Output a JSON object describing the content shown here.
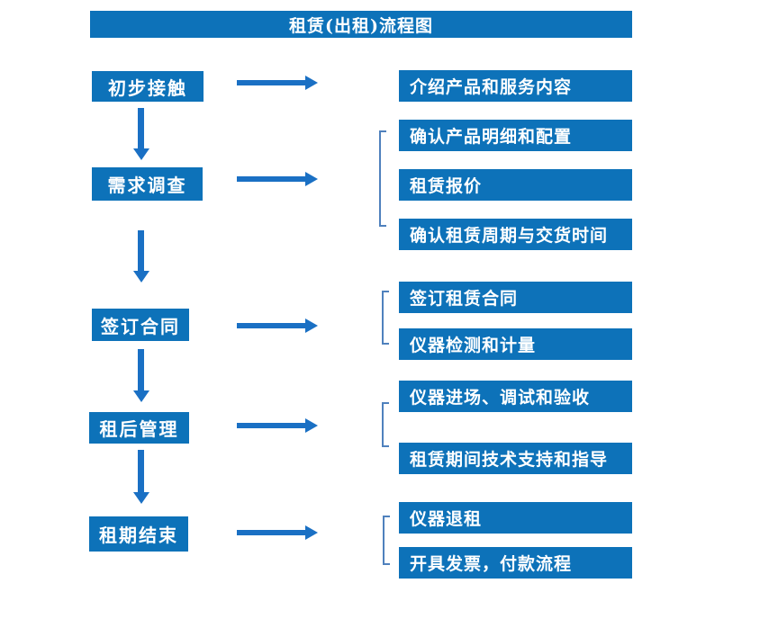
{
  "title": "租赁(出租)流程图",
  "colors": {
    "box_blue": "#0d72b9",
    "arrow_blue": "#1a70c4",
    "bracket_blue": "#4f81bd",
    "text_white": "#ffffff",
    "background": "#ffffff"
  },
  "flow": {
    "steps": [
      {
        "label": "初步接触",
        "details": [
          "介绍产品和服务内容"
        ]
      },
      {
        "label": "需求调查",
        "details": [
          "确认产品明细和配置",
          "租赁报价",
          "确认租赁周期与交货时间"
        ]
      },
      {
        "label": "签订合同",
        "details": [
          "签订租赁合同",
          "仪器检测和计量"
        ]
      },
      {
        "label": "租后管理",
        "details": [
          "仪器进场、调试和验收",
          "租赁期间技术支持和指导"
        ]
      },
      {
        "label": "租期结束",
        "details": [
          "仪器退租",
          "开具发票，付款流程"
        ]
      }
    ]
  }
}
